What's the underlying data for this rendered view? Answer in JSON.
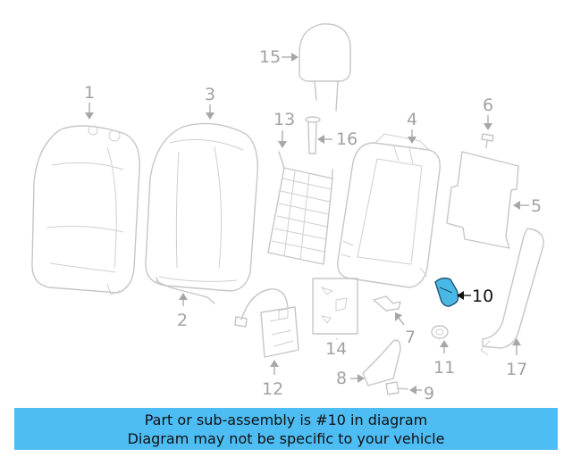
{
  "callouts": {
    "c1": "1",
    "c2": "2",
    "c3": "3",
    "c4": "4",
    "c5": "5",
    "c6": "6",
    "c7": "7",
    "c8": "8",
    "c9": "9",
    "c10": "10",
    "c11": "11",
    "c12": "12",
    "c13": "13",
    "c14": "14",
    "c15": "15",
    "c16": "16",
    "c17": "17"
  },
  "highlighted_part": "10",
  "colors": {
    "highlight": "#4ab8e6",
    "banner": "#4dbdf4",
    "line_art": "#c6c6c6"
  },
  "banner": {
    "line1": "Part or sub-assembly is #10 in diagram",
    "line2": "Diagram may not be specific to your vehicle"
  }
}
